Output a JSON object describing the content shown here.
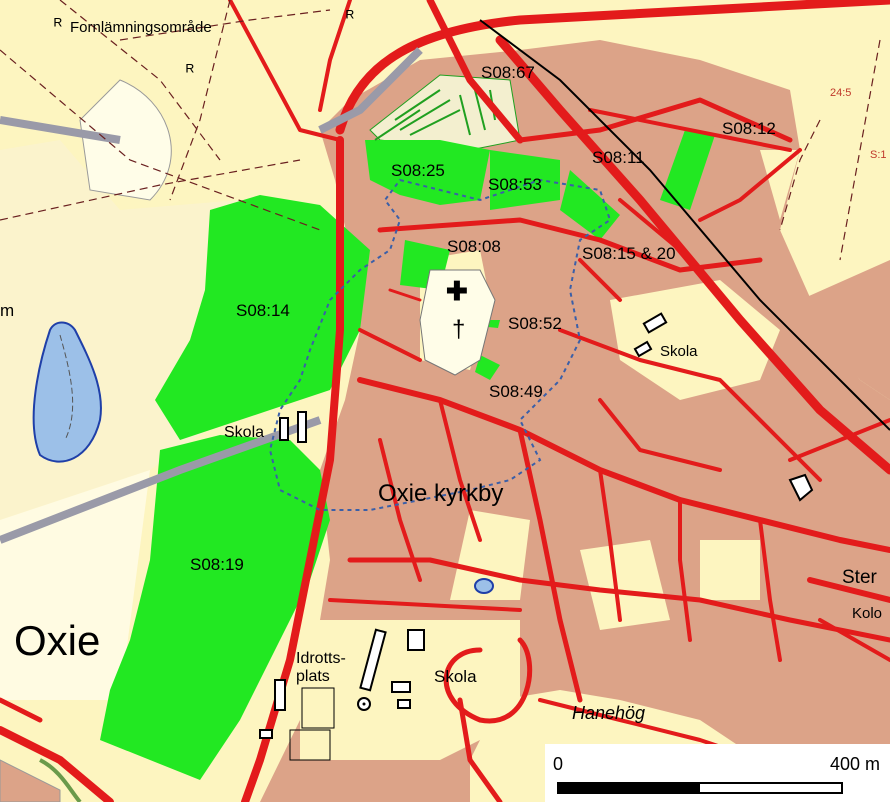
{
  "map": {
    "place_names": {
      "oxie_kyrkby": "Oxie kyrkby",
      "oxie": "Oxie",
      "hanehog": "Hanehög",
      "fornlamning": "Fornlämningsområde",
      "ster": "Ster",
      "kolo": "Kolo",
      "m": "m"
    },
    "zones": [
      {
        "id": "S08:67",
        "label": "S08:67"
      },
      {
        "id": "S08:12",
        "label": "S08:12"
      },
      {
        "id": "S08:25",
        "label": "S08:25"
      },
      {
        "id": "S08:53",
        "label": "S08:53"
      },
      {
        "id": "S08:11",
        "label": "S08:11"
      },
      {
        "id": "S08:08",
        "label": "S08:08"
      },
      {
        "id": "S08:15 & 20",
        "label": "S08:15 & 20"
      },
      {
        "id": "S08:14",
        "label": "S08:14"
      },
      {
        "id": "S08:52",
        "label": "S08:52"
      },
      {
        "id": "S08:49",
        "label": "S08:49"
      },
      {
        "id": "S08:19",
        "label": "S08:19"
      }
    ],
    "facilities": {
      "skola_1": "Skola",
      "skola_2": "Skola",
      "skola_3": "Skola",
      "idrottsplats": "Idrotts-\nplats"
    },
    "red_labels": {
      "r1": "24:5",
      "r2": "S:1"
    },
    "symbols": {
      "ancient_monument": "ᴿ",
      "church": "✚",
      "cemetery": "†"
    },
    "scale_bar": {
      "start_label": "0",
      "end_label": "400 m"
    },
    "colors": {
      "built_area": "#dca388",
      "open_land": "#fdf5c0",
      "protected_zone": "#22e822",
      "road": "#e31b1b",
      "rail": "#9a9aa8",
      "dashed_boundary": "#3a5fa8",
      "water": "#9cc0e8"
    }
  }
}
